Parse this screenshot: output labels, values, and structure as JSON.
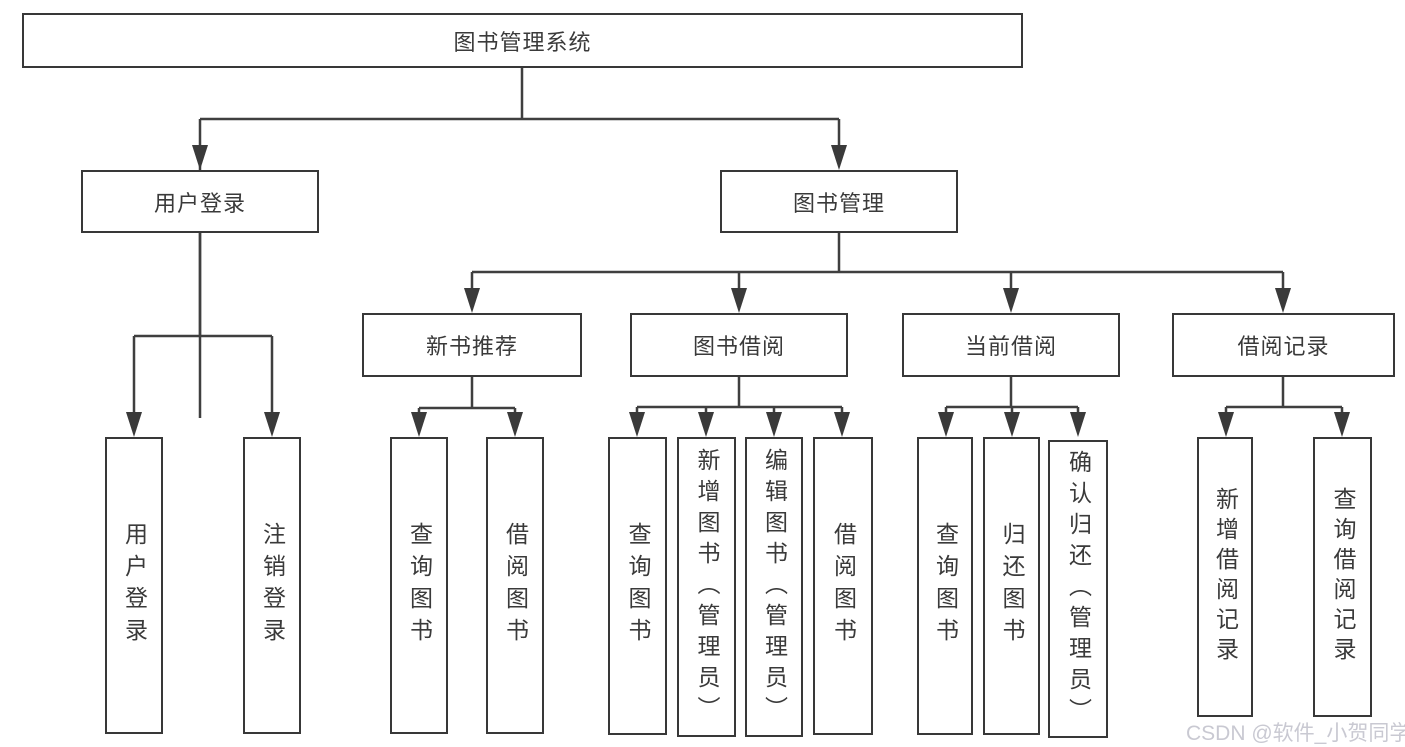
{
  "tree": {
    "root": {
      "label": "图书管理系统",
      "children": [
        {
          "label": "用户登录",
          "children": [
            {
              "label": "用户登录"
            },
            {
              "label": "注销登录"
            }
          ]
        },
        {
          "label": "图书管理",
          "children": [
            {
              "label": "新书推荐",
              "children": [
                {
                  "label": "查询图书"
                },
                {
                  "label": "借阅图书"
                }
              ]
            },
            {
              "label": "图书借阅",
              "children": [
                {
                  "label": "查询图书"
                },
                {
                  "label": "新增图书（管理员）"
                },
                {
                  "label": "编辑图书（管理员）"
                },
                {
                  "label": "借阅图书"
                }
              ]
            },
            {
              "label": "当前借阅",
              "children": [
                {
                  "label": "查询图书"
                },
                {
                  "label": "归还图书"
                },
                {
                  "label": "确认归还（管理员）"
                }
              ]
            },
            {
              "label": "借阅记录",
              "children": [
                {
                  "label": "新增借阅记录"
                },
                {
                  "label": "查询借阅记录"
                }
              ]
            }
          ]
        }
      ]
    }
  },
  "watermark": {
    "text": "CSDN @软件_小贺同学"
  },
  "colors": {
    "line": "#3f3f3f",
    "box_border": "#383838",
    "text": "#3a3a3a",
    "watermark": "#c9c9d2",
    "background": "#ffffff"
  }
}
